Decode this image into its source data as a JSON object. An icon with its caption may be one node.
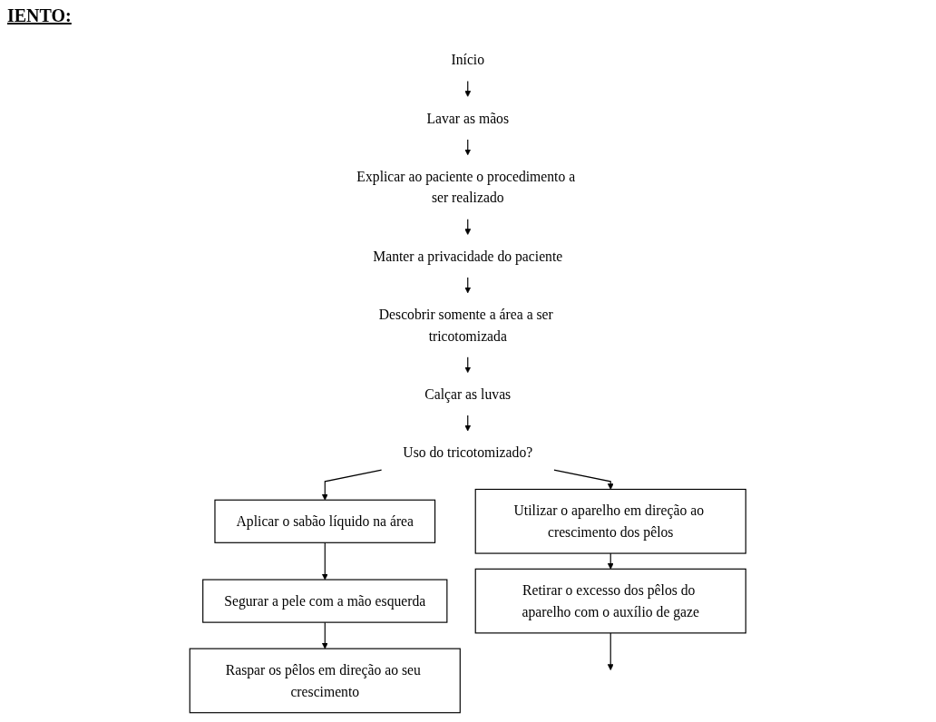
{
  "diagram": {
    "title": "IENTO:",
    "nodes": [
      {
        "text": [
          "Início"
        ]
      },
      {
        "text": [
          "Lavar as mãos"
        ]
      },
      {
        "text": [
          "Explicar ao paciente o procedimento a ser realizado"
        ]
      },
      {
        "text": [
          "Manter a privacidade do paciente"
        ]
      },
      {
        "text": [
          "Descobrir somente a área a ser tricotomizada"
        ]
      },
      {
        "text": [
          "Calçar as luvas"
        ]
      },
      {
        "text": [
          "Uso do tricotomizado?"
        ]
      },
      {
        "text": [
          "Aplicar o sabão líquido na área"
        ]
      },
      {
        "text": [
          "Utilizar o aparelho em direção ao crescimento dos pêlos"
        ]
      },
      {
        "text": [
          "Segurar a pele com a mão esquerda"
        ]
      },
      {
        "text": [
          "Retirar o excesso dos pêlos do aparelho com o auxílio de gaze"
        ]
      },
      {
        "text": [
          "Raspar os pêlos em direção ao seu crescimento"
        ]
      }
    ],
    "edges": [
      {
        "from": 0,
        "to": 1,
        "arrow": "to"
      },
      {
        "from": 1,
        "to": 2,
        "arrow": "to"
      },
      {
        "from": 2,
        "to": 3,
        "arrow": "to"
      },
      {
        "from": 3,
        "to": 4,
        "arrow": "to"
      },
      {
        "from": 4,
        "to": 5,
        "arrow": "to"
      },
      {
        "from": 5,
        "to": 6,
        "arrow": "to"
      },
      {
        "from": 6,
        "to": 7,
        "arrow": "to"
      },
      {
        "from": 6,
        "to": 8,
        "arrow": "to"
      },
      {
        "from": 7,
        "to": 9,
        "arrow": "to"
      },
      {
        "from": 9,
        "to": 11,
        "arrow": "to"
      },
      {
        "from": 8,
        "to": 10,
        "arrow": "to"
      },
      {
        "from": 10,
        "to": null,
        "arrow": "to"
      }
    ]
  }
}
